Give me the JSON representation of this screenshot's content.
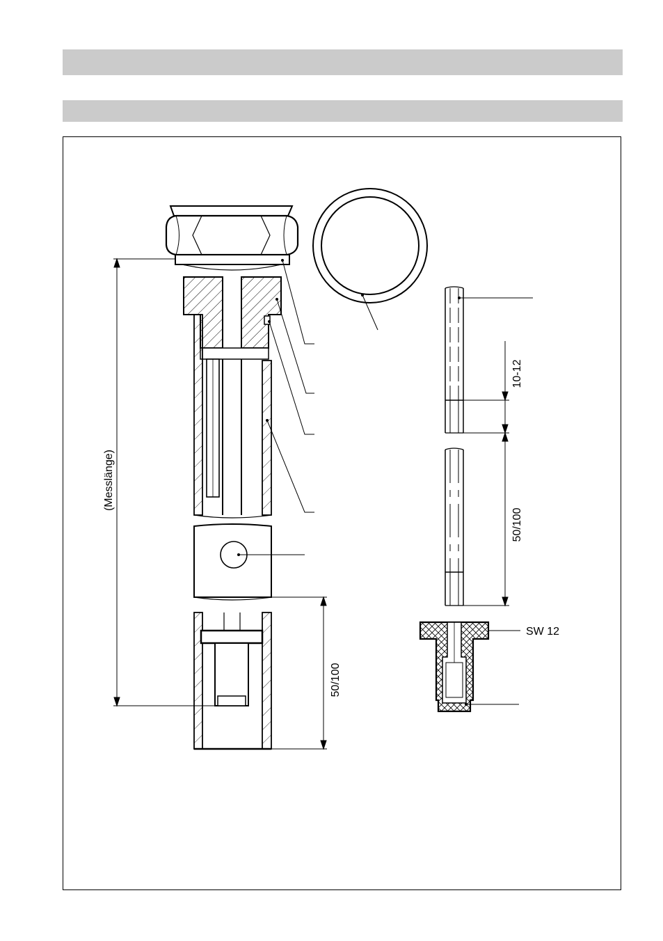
{
  "header": {
    "bar1_text": "",
    "bar2_text": ""
  },
  "drawing": {
    "labels": {
      "measuring_length": "(Messlänge)",
      "dim_lower": "50/100",
      "dim_small": "10-12",
      "dim_right": "50/100",
      "wrench_size": "SW 12"
    }
  },
  "colors": {
    "header_bar": "#cbcbcb",
    "line": "#000000",
    "paper": "#ffffff"
  }
}
